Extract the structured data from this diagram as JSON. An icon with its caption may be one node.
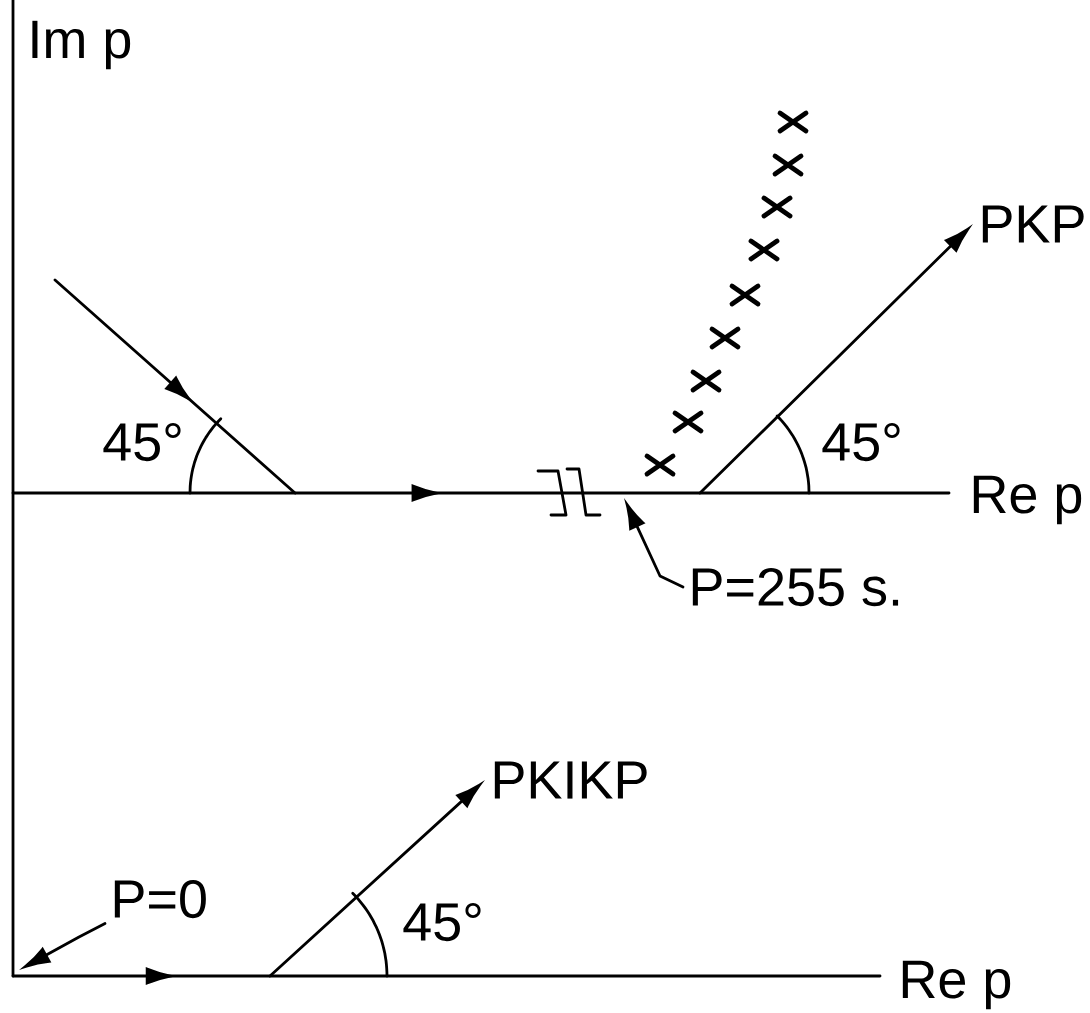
{
  "diagram": {
    "nodes": [
      {
        "text": [
          "PKP"
        ]
      },
      {
        "text": [
          "P=255 s."
        ]
      },
      {
        "text": [
          "PKIKP"
        ]
      },
      {
        "text": [
          "P=0"
        ]
      }
    ],
    "edges": [
      {
        "from": null,
        "to": 0,
        "arrow": "to"
      },
      {
        "from": 1,
        "to": null,
        "arrow": "to"
      },
      {
        "from": null,
        "to": 2,
        "arrow": "to"
      },
      {
        "from": 3,
        "to": null,
        "arrow": "to"
      }
    ],
    "labels": [
      "Im p",
      "45°",
      "45°",
      "Re p",
      "45°",
      "Re p"
    ]
  }
}
